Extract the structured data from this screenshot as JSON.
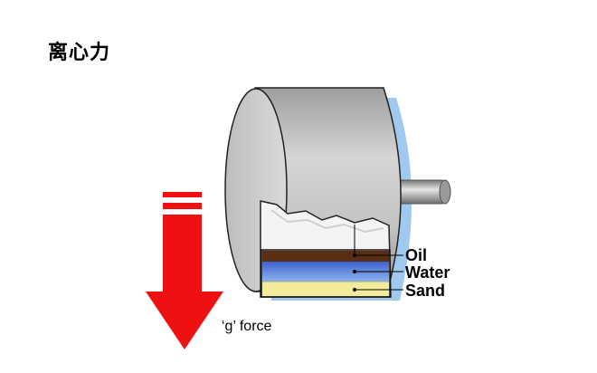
{
  "title": "离心力",
  "layers": [
    {
      "label": "Oil",
      "color": "#5a2e12"
    },
    {
      "label": "Water",
      "color": "#4f78d8"
    },
    {
      "label": "Sand",
      "color": "#f2eb9a"
    }
  ],
  "force_label": "‘g’ force",
  "colors": {
    "arrow": "#ee1111",
    "drum": "#c9c9c9",
    "shadow": "#9fc9ee"
  }
}
